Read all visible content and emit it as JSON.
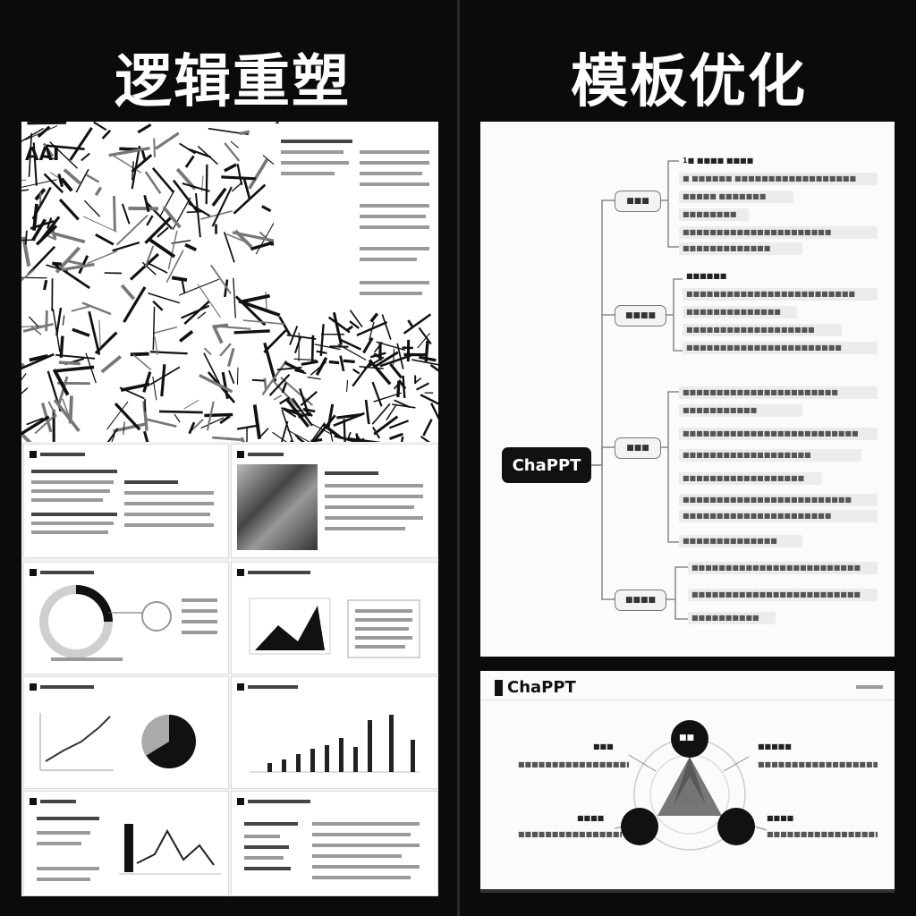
{
  "left": {
    "title": "逻辑重塑",
    "top_text": "AAI"
  },
  "right": {
    "title": "模板优化",
    "mindmap": {
      "root": "ChaPPT",
      "branches": [
        {
          "label": "■■■",
          "leaves": [
            "1■ ■■■■ ■■■■",
            "■ ■■■■■■ ■■■■■■■■■■■■■■■■■■",
            "■■■■■ ■■■■■■■",
            "■■■■■■■■",
            "■■■■■■■■■■■■■■■■■■■■■■",
            "■■■■■■■■■■■■■"
          ]
        },
        {
          "label": "■■■■",
          "leaves": [
            "■■■■■■",
            "■■■■■■■■■■■■■■■■■■■■■■■■■",
            "■■■■■■■■■■■■■■",
            "■■■■■■■■■■■■■■■■■■■",
            "■■■■■■■■■■■■■■■■■■■■■■■"
          ]
        },
        {
          "label": "■■■",
          "leaves": [
            "■■■■■■■■■■■■■■■■■■■■■■■",
            "■■■■■■■■■■■",
            "■■■■■■■■■■■■■■■■■■■■■■■■■■",
            "■■■■■■■■■■■■■■■■■■■",
            "■■■■■■■■■■■■■■■■■■",
            "■■■■■■■■■■■■■■■■■■■■■■■■■",
            "■■■■■■■■■■■■■■■■■■■■■■",
            "■■■■■■■■■■■■■■"
          ]
        },
        {
          "label": "■■■■",
          "leaves": [
            "■■■■■■■■■■■■■■■■■■■■■■■■■",
            "■■■■■■■■■■■■■■■■■■■■■■■■■",
            "■■■■■■■■■■"
          ]
        }
      ]
    },
    "slide": {
      "title": "ChaPPT",
      "center_label": "■■",
      "callouts": [
        {
          "head": "■■■",
          "text": "■■■■■■■■■■■■■■■■■ ■■■■"
        },
        {
          "head": "■■■■■",
          "text": "■■■■■■■■■■■■■■■■■■■■■"
        },
        {
          "head": "■■■■",
          "text": "■■■■■■■■■■■■■■■■■■■"
        },
        {
          "head": "■■■■",
          "text": "■■■■■■■■■■■■■■■■■■■■"
        }
      ]
    }
  },
  "colors": {
    "background": "#0b0b0b",
    "panel": "#fbfbfb",
    "accent": "#111111",
    "node_border": "#777777"
  }
}
